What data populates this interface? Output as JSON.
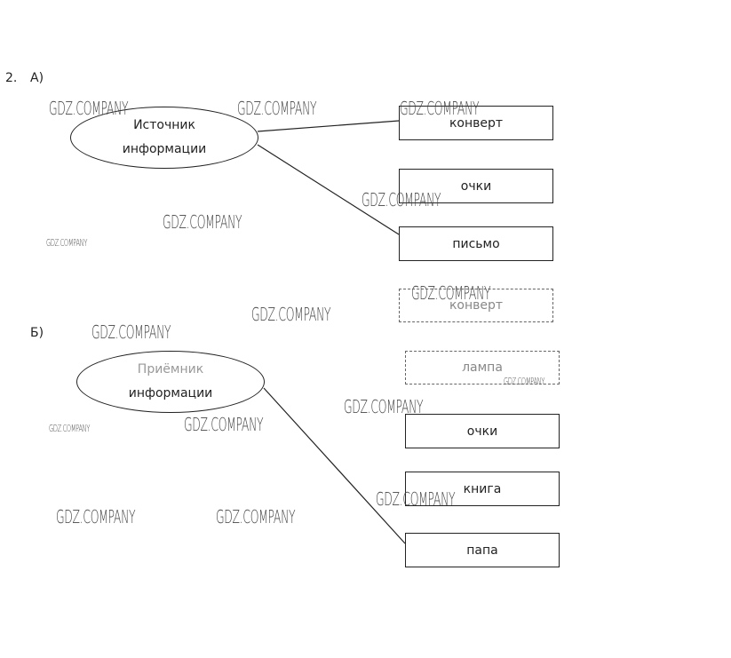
{
  "task": {
    "number": "2.",
    "part_a_label": "А)",
    "part_b_label": "Б)"
  },
  "part_a": {
    "center_line1": "Источник",
    "center_line2": "информации",
    "options": [
      "конверт",
      "очки",
      "письмо"
    ],
    "connected": [
      "конверт",
      "письмо"
    ]
  },
  "part_b": {
    "center_line1": "Приёмник",
    "center_line2": "информации",
    "options": [
      "конверт",
      "лампа",
      "очки",
      "книга",
      "папа"
    ],
    "connected": [
      "папа"
    ]
  },
  "watermark": "GDZ.COMPANY",
  "colors": {
    "line": "#222222",
    "text": "#222222",
    "watermark": "#444444"
  }
}
